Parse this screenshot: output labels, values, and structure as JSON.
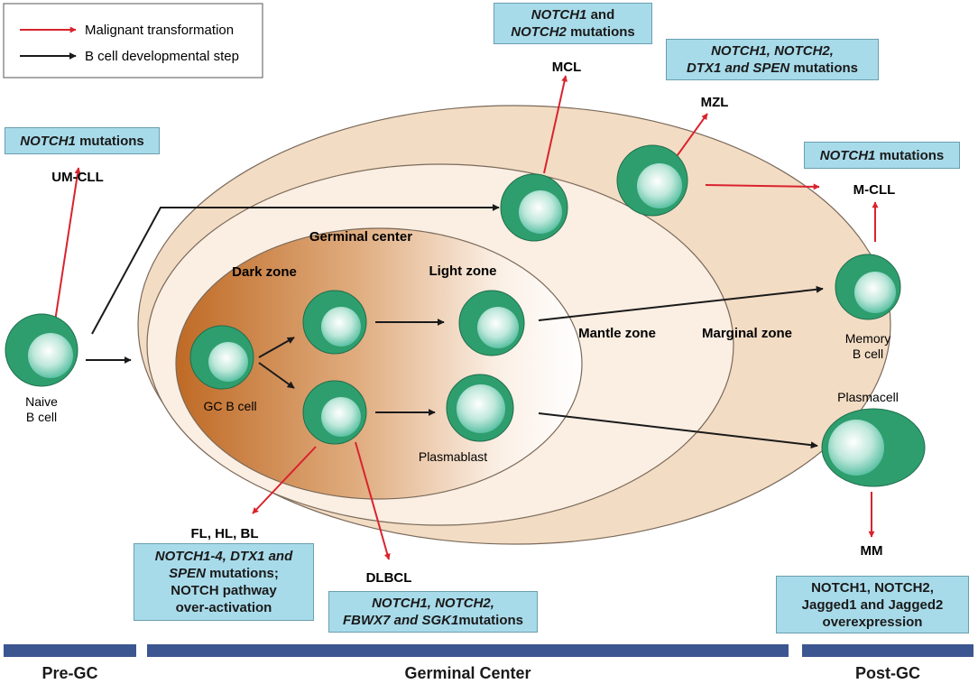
{
  "legend": {
    "malignant": "Malignant transformation",
    "developmental": "B cell developmental step"
  },
  "colors": {
    "malignant_arrow": "#d9232d",
    "developmental_arrow": "#1a1a1a",
    "cell_outer": "#2e9e6e",
    "info_box": "#a8dbea",
    "stage_bar": "#3b5690",
    "marginal_zone": "#f3dcc4",
    "mantle_zone": "#f9ebdc",
    "germinal_dark": "#c06a28"
  },
  "zones": {
    "germinal_center": "Germinal center",
    "dark_zone": "Dark zone",
    "light_zone": "Light zone",
    "mantle_zone": "Mantle zone",
    "marginal_zone": "Marginal zone"
  },
  "cells": {
    "naive": [
      "Naive",
      "B cell"
    ],
    "gc_b_cell": "GC B cell",
    "plasmablast": "Plasmablast",
    "memory": [
      "Memory",
      "B cell"
    ],
    "plasmacell": "Plasmacell"
  },
  "diseases": {
    "um_cll": "UM-CLL",
    "mcl": "MCL",
    "mzl": "MZL",
    "m_cll": "M-CLL",
    "fl_hl_bl": "FL, HL, BL",
    "dlbcl": "DLBCL",
    "mm": "MM"
  },
  "boxes": {
    "um_cll": {
      "italic": "NOTCH1",
      "rest": " mutations"
    },
    "mcl": {
      "line1_italic": "NOTCH1",
      "line1_rest": " and",
      "line2_italic": "NOTCH2",
      "line2_rest": " mutations"
    },
    "mzl": {
      "line1": "NOTCH1, NOTCH2,",
      "line2": "DTX1 and SPEN",
      "line2_rest": " mutations"
    },
    "m_cll": {
      "italic": "NOTCH1",
      "rest": " mutations"
    },
    "fl": {
      "line1": "NOTCH1-4, DTX1 and",
      "line2_italic": "SPEN",
      "line2_rest": " mutations;",
      "line3": "NOTCH pathway",
      "line4": "over-activation"
    },
    "dlbcl": {
      "line1": "NOTCH1, NOTCH2,",
      "line2_italic": "FBWX7 and SGK1",
      "line2_rest": "mutations"
    },
    "mm": {
      "line1": "NOTCH1, NOTCH2,",
      "line2": "Jagged1 and Jagged2",
      "line3": "overexpression"
    }
  },
  "stages": {
    "pre_gc": "Pre-GC",
    "germinal_center": "Germinal Center",
    "post_gc": "Post-GC"
  }
}
